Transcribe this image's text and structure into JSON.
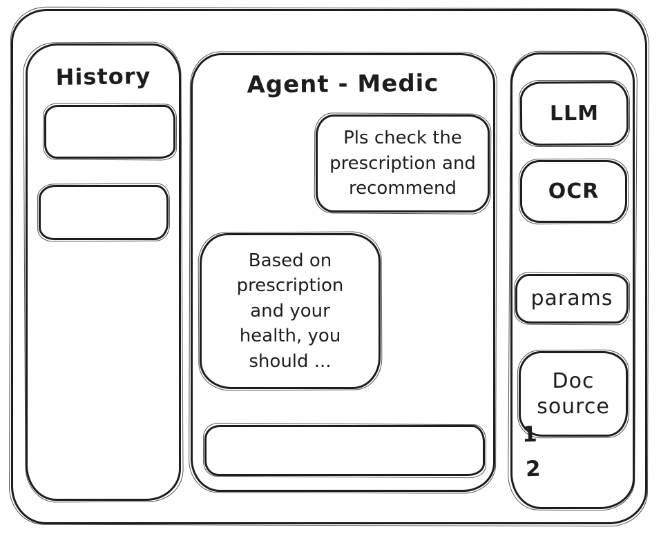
{
  "history_panel": {
    "title": "History",
    "items": [
      {
        "label": ""
      },
      {
        "label": ""
      }
    ]
  },
  "chat": {
    "title": "Agent - Medic",
    "messages": [
      {
        "role": "user",
        "text": "Pls check the prescription and recommend"
      },
      {
        "role": "assistant",
        "text": "Based on prescription and your health, you should ..."
      }
    ],
    "input": {
      "value": "",
      "placeholder": ""
    }
  },
  "tools_panel": {
    "buttons": [
      {
        "id": "llm",
        "label": "LLM"
      },
      {
        "id": "ocr",
        "label": "OCR"
      },
      {
        "id": "params",
        "label": "params"
      },
      {
        "id": "doc-source",
        "label": "Doc source"
      }
    ],
    "doc_source_items": [
      "1",
      "2"
    ]
  },
  "colors": {
    "stroke": "#1d1d1d",
    "background": "#ffffff"
  }
}
